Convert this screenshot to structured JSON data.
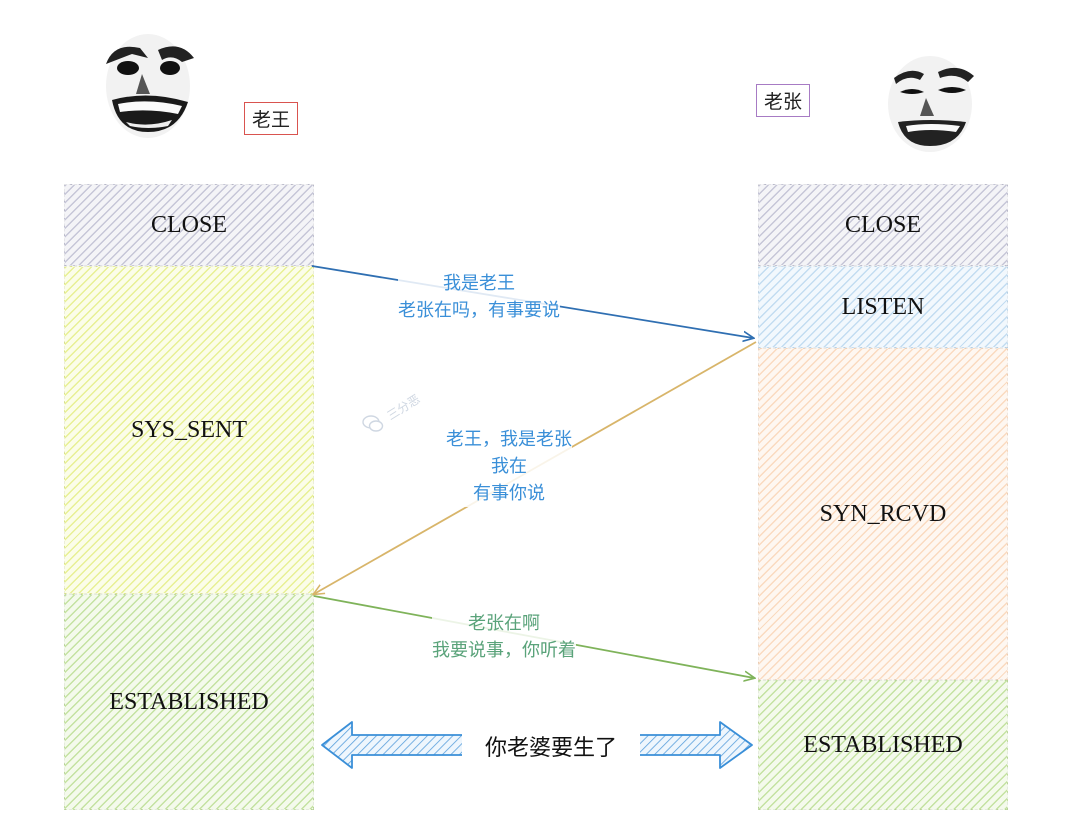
{
  "left_party": {
    "tag": "老王",
    "tag_color": "#d9534f"
  },
  "right_party": {
    "tag": "老张",
    "tag_color": "#a77bc4"
  },
  "left_states": [
    "CLOSE",
    "SYS_SENT",
    "ESTABLISHED"
  ],
  "right_states": [
    "CLOSE",
    "LISTEN",
    "SYN_RCVD",
    "ESTABLISHED"
  ],
  "messages": [
    {
      "lines": [
        "我是老王",
        "老张在吗，有事要说"
      ],
      "color": "#3a8fd8"
    },
    {
      "lines": [
        "老王，我是老张",
        "我在",
        "有事你说"
      ],
      "color": "#3a8fd8"
    },
    {
      "lines": [
        "老张在啊",
        "我要说事，你听着"
      ],
      "color": "#5aa37a"
    }
  ],
  "arrow_colors": {
    "syn": "#2f6fb2",
    "synack": "#d8b56a",
    "ack": "#7fb35a",
    "bidir": "#3a8fd8"
  },
  "center_label": "你老婆要生了",
  "watermark": "三分恶",
  "icons": {
    "left_face": "meme-face-icon",
    "right_face": "meme-face-icon",
    "wechat": "wechat-icon"
  }
}
